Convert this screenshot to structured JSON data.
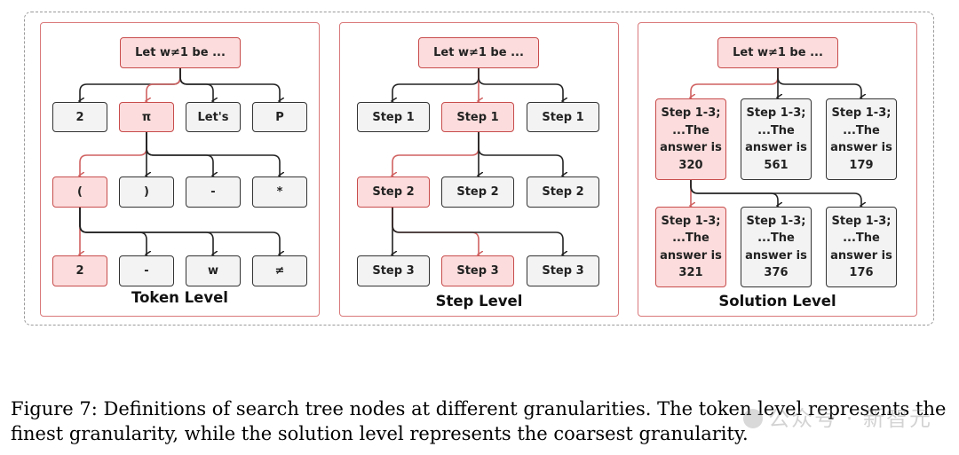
{
  "root_label": "Let w≠1 be ...",
  "token_level": {
    "title": "Token Level",
    "row1": [
      "2",
      "π",
      "Let's",
      "P"
    ],
    "row2": [
      "(",
      ")",
      "-",
      "*"
    ],
    "row3": [
      "2",
      "-",
      "w",
      "≠"
    ]
  },
  "step_level": {
    "title": "Step Level",
    "row1": [
      "Step 1",
      "Step 1",
      "Step 1"
    ],
    "row2": [
      "Step 2",
      "Step 2",
      "Step 2"
    ],
    "row3": [
      "Step 3",
      "Step 3",
      "Step 3"
    ]
  },
  "solution_level": {
    "title": "Solution Level",
    "row1": [
      "Step 1-3;\n...The\nanswer is\n320",
      "Step 1-3;\n...The\nanswer is\n561",
      "Step 1-3;\n...The\nanswer is\n179"
    ],
    "row2": [
      "Step 1-3;\n...The\nanswer is\n321",
      "Step 1-3;\n...The\nanswer is\n376",
      "Step 1-3;\n...The\nanswer is\n176"
    ]
  },
  "caption": "Figure 7: Definitions of search tree nodes at different granularities. The token level represents the finest granularity, while the solution level represents the coarsest granularity.",
  "watermark": "公众号 · 新智元",
  "colors": {
    "highlight_fill": "#fcdcdc",
    "highlight_border": "#c84c4c",
    "panel_border": "#d9787a",
    "red_wire": "#d06060"
  }
}
